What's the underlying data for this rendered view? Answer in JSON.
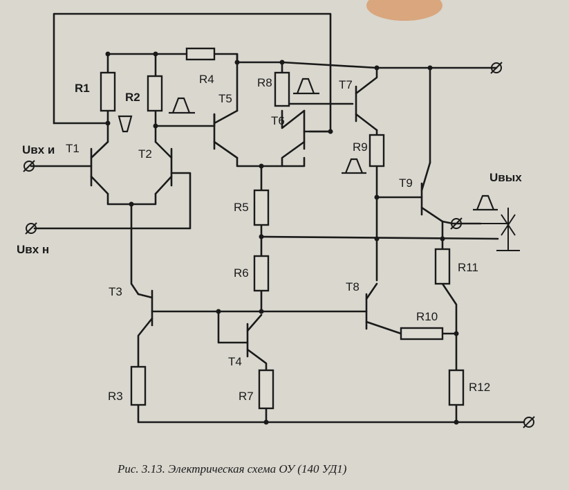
{
  "caption": "Рис. 3.13. Электрическая схема ОУ (140 УД1)",
  "terminals": {
    "input_inverting": "Uвх и",
    "input_noninverting": "Uвх н",
    "output": "Uвых"
  },
  "transistors": [
    "T1",
    "T2",
    "T3",
    "T4",
    "T5",
    "T6",
    "T7",
    "T8",
    "T9"
  ],
  "resistors": [
    "R1",
    "R2",
    "R3",
    "R4",
    "R5",
    "R6",
    "R7",
    "R8",
    "R9",
    "R10",
    "R11",
    "R12"
  ]
}
